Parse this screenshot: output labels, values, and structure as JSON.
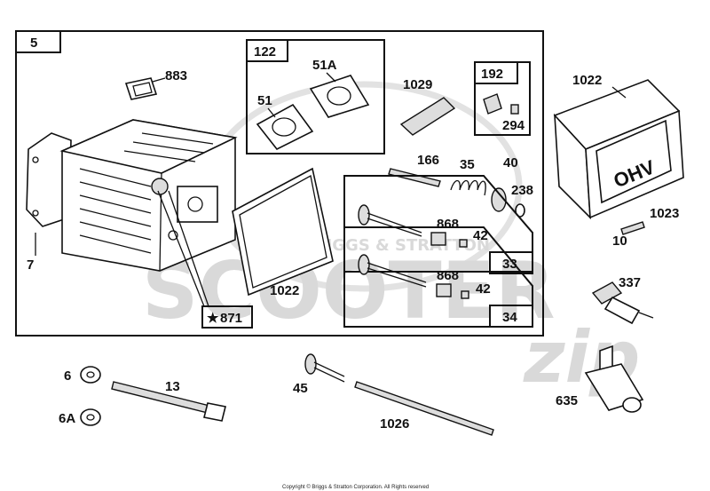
{
  "diagram": {
    "main_frame_number": "5",
    "subgroups": {
      "gasket_kit": "122",
      "fitting_kit": "192",
      "valve_exhaust": "33",
      "valve_intake": "34",
      "short_block": "871"
    },
    "part_labels": {
      "p883": "883",
      "p51a": "51A",
      "p51": "51",
      "p1029": "1029",
      "p294": "294",
      "p1022_top": "1022",
      "p166": "166",
      "p35": "35",
      "p40": "40",
      "p238": "238",
      "p868_a": "868",
      "p42_a": "42",
      "p868_b": "868",
      "p42_b": "42",
      "p7": "7",
      "p1022_gasket": "1022",
      "p1023": "1023",
      "p10": "10",
      "p337": "337",
      "p6": "6",
      "p13": "13",
      "p6a": "6A",
      "p45": "45",
      "p1026": "1026",
      "p635": "635"
    },
    "star_symbol": "★",
    "cover_text": "OHV",
    "watermark": {
      "brand": "SCOOTER",
      "script": "zip",
      "sub": "BRIGGS & STRATTON"
    },
    "copyright": "Copyright © Briggs & Stratton Corporation. All Rights reserved"
  }
}
